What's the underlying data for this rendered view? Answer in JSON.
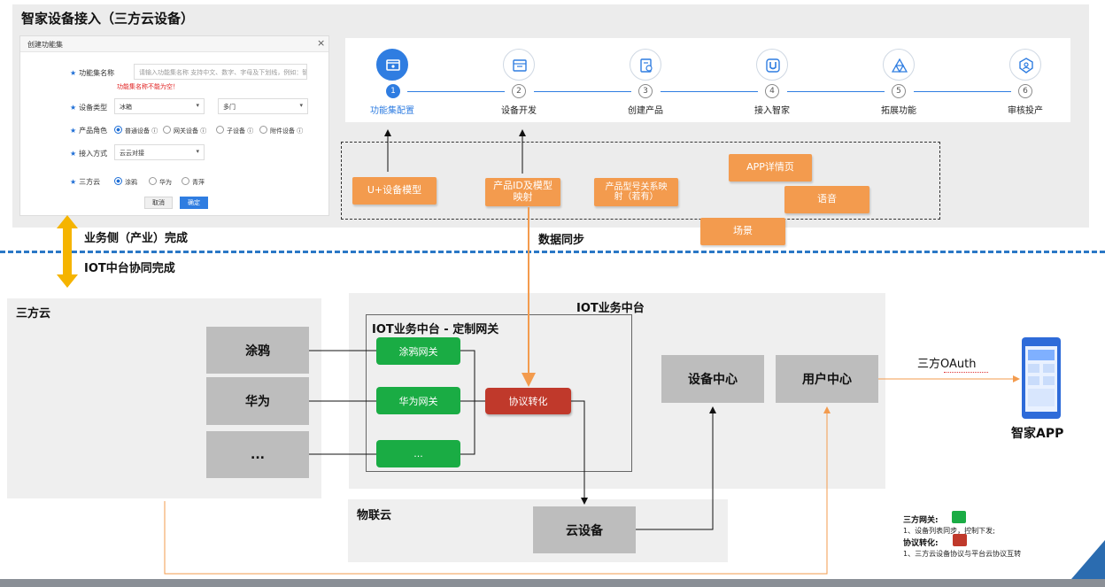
{
  "page_title": "智家设备接入（三方云设备）",
  "dialog": {
    "title": "创建功能集",
    "close": "×",
    "name_label": "功能集名称",
    "name_placeholder": "请输入功能集名称 支持中文、数字、字母及下划线，例如：智能洗衣机",
    "name_error": "功能集名称不能为空！",
    "type_label": "设备类型",
    "type_value": "冰箱",
    "type_value2": "多门",
    "role_label": "产品角色",
    "roles": [
      "普通设备",
      "网关设备",
      "子设备",
      "附件设备"
    ],
    "access_label": "接入方式",
    "access_value": "云云对接",
    "cloud_label": "三方云",
    "clouds": [
      "涂鸦",
      "华为",
      "青萍"
    ],
    "cancel": "取消",
    "confirm": "确定"
  },
  "steps": [
    {
      "num": "1",
      "label": "功能集配置",
      "icon": "monitor-icon"
    },
    {
      "num": "2",
      "label": "设备开发",
      "icon": "calendar-icon"
    },
    {
      "num": "3",
      "label": "创建产品",
      "icon": "document-icon"
    },
    {
      "num": "4",
      "label": "接入智家",
      "icon": "u-logo-icon"
    },
    {
      "num": "5",
      "label": "拓展功能",
      "icon": "triangles-icon"
    },
    {
      "num": "6",
      "label": "审核投产",
      "icon": "shield-icon"
    }
  ],
  "orange_boxes": {
    "device_model": "U+设备模型",
    "product_id": "产品ID及模型映射",
    "product_model": "产品型号关系映射（若有）",
    "app_detail": "APP详情页",
    "voice": "语音",
    "scene": "场景"
  },
  "data_sync": "数据同步",
  "business_side": "业务侧（产业）完成",
  "iot_side": "IOT中台协同完成",
  "third_cloud": {
    "title": "三方云",
    "items": [
      "涂鸦",
      "华为",
      "..."
    ]
  },
  "iot_platform": {
    "title": "IOT业务中台",
    "gateway_title": "IOT业务中台 - 定制网关",
    "gateways": [
      "涂鸦网关",
      "华为网关",
      "..."
    ],
    "protocol": "协议转化",
    "device_center": "设备中心",
    "user_center": "用户中心"
  },
  "wulian": {
    "title": "物联云",
    "cloud_device": "云设备"
  },
  "oauth_label": "三方OAuth",
  "app_label": "智家APP",
  "legend": {
    "gateway_title": "三方网关:",
    "gateway_desc": "1、设备列表同步，控制下发;",
    "protocol_title": "协议转化:",
    "protocol_desc": "1、三方云设备协议与平台云协议互转"
  },
  "colors": {
    "accent_blue": "#2f7de1",
    "orange": "#f39b4e",
    "green": "#1aac44",
    "red": "#c0392b",
    "gray_box": "#bdbdbd"
  }
}
